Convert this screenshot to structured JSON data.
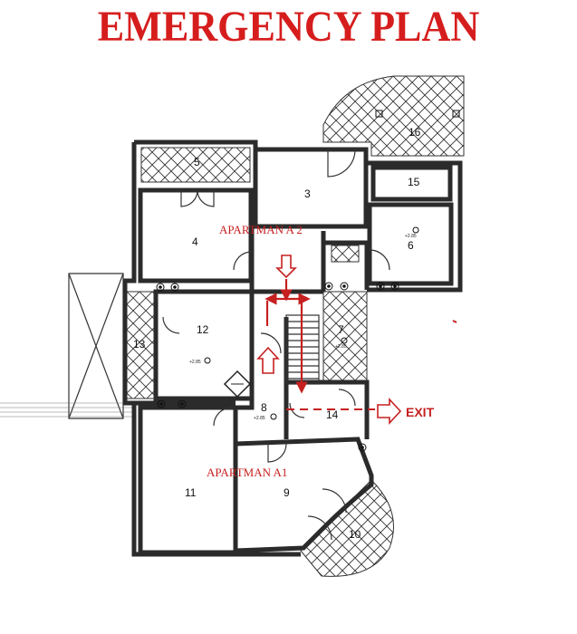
{
  "title": "EMERGENCY PLAN",
  "apartments": {
    "a2": "APARTMAN A 2",
    "a1": "APARTMAN  A1"
  },
  "exit_label": "EXIT",
  "rooms": {
    "r3": "3",
    "r4": "4",
    "r5": "5",
    "r6": "6",
    "r7": "7",
    "r8": "8",
    "r9": "9",
    "r10": "10",
    "r11": "11",
    "r12": "12",
    "r13": "13",
    "r14": "14",
    "r15": "15",
    "r16": "16"
  },
  "levels": {
    "l1": "+2.85",
    "l2": "+2.85",
    "l3": "+2.85",
    "l4": "+2.85"
  },
  "colors": {
    "title": "#d61d1d",
    "route": "#c62020",
    "wall": "#2b2b2b"
  }
}
